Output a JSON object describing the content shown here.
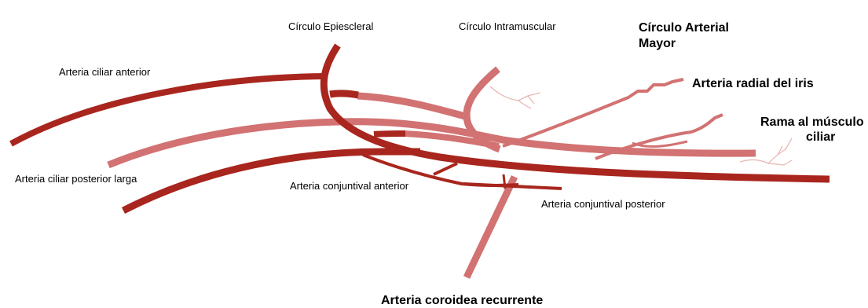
{
  "colors": {
    "dark_artery": "#a8261e",
    "light_artery": "#d27272",
    "faint_vessel": "#e8b9b5",
    "text": "#000000"
  },
  "labels": {
    "circulo_epiescleral": "Círculo Epiescleral",
    "circulo_intramuscular": "Círculo Intramuscular",
    "circulo_arterial_mayor_line1": "Círculo Arterial",
    "circulo_arterial_mayor_line2": "Mayor",
    "arteria_ciliar_anterior": "Arteria ciliar anterior",
    "arteria_radial_iris": "Arteria radial del iris",
    "rama_musculo_ciliar_line1": "Rama al músculo",
    "rama_musculo_ciliar_line2": "ciliar",
    "arteria_ciliar_posterior_larga": "Arteria ciliar posterior larga",
    "arteria_conjuntival_anterior": "Arteria conjuntival anterior",
    "arteria_conjuntival_posterior": "Arteria conjuntival posterior",
    "arteria_coroidea_recurrente": "Arteria coroidea recurrente"
  }
}
